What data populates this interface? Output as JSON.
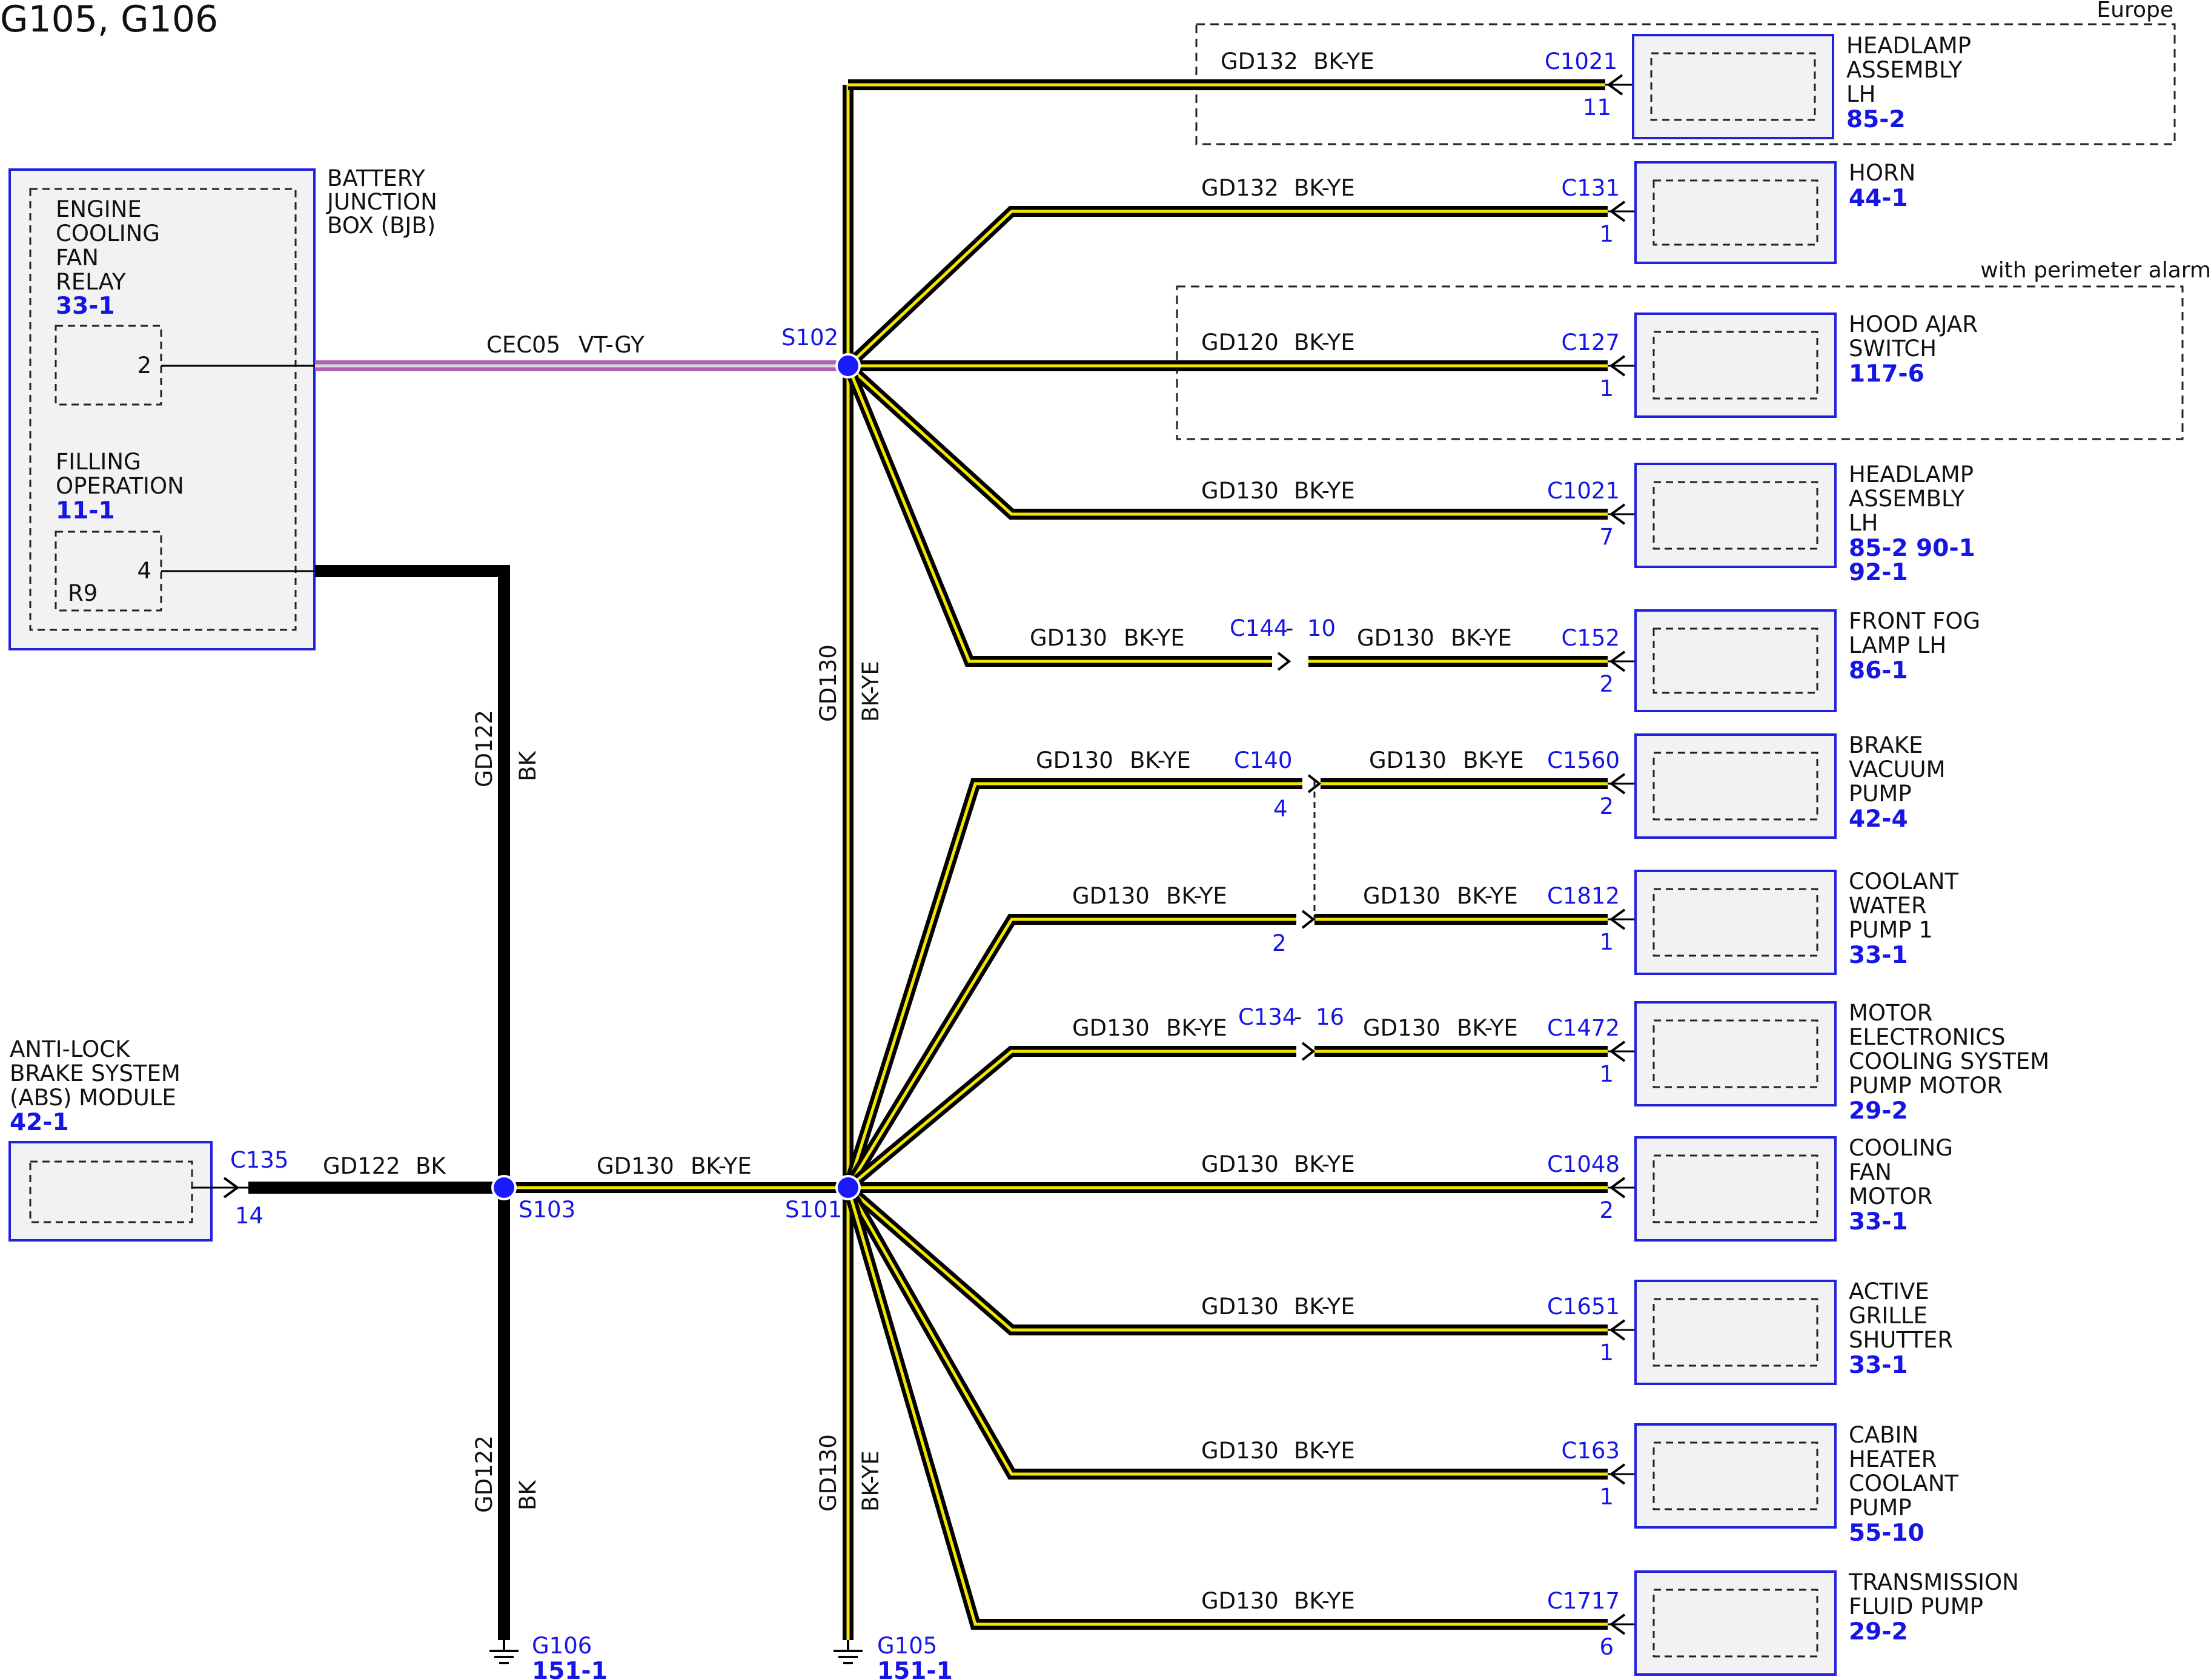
{
  "title": "G105, G106",
  "options": {
    "europe": "Europe",
    "perimeter": "with perimeter alarm"
  },
  "bjb": {
    "name_lines": [
      "BATTERY",
      "JUNCTION",
      "BOX (BJB)"
    ],
    "relay_lines": [
      "ENGINE",
      "COOLING",
      "FAN",
      "RELAY"
    ],
    "relay_ref": "33-1",
    "relay_pin": "2",
    "filling_lines": [
      "FILLING",
      "OPERATION"
    ],
    "filling_ref": "11-1",
    "filling_pin": "4",
    "filling_sub": "R9"
  },
  "abs": {
    "name_lines": [
      "ANTI-LOCK",
      "BRAKE SYSTEM",
      "(ABS) MODULE"
    ],
    "ref": "42-1",
    "connector": "C135",
    "pin": "14"
  },
  "wires": {
    "cec05": {
      "circuit": "CEC05",
      "color": "VT-GY"
    },
    "gd122_abs": {
      "circuit": "GD122",
      "color": "BK"
    },
    "gd130_s103": {
      "circuit": "GD130",
      "color": "BK-YE"
    },
    "gd122_upper": {
      "circuit": "GD122",
      "color": "BK"
    },
    "gd122_lower": {
      "circuit": "GD122",
      "color": "BK"
    },
    "gd130_trunk_mid": {
      "circuit": "GD130",
      "color": "BK-YE"
    },
    "gd130_trunk_low": {
      "circuit": "GD130",
      "color": "BK-YE"
    }
  },
  "splices": {
    "s101": "S101",
    "s102": "S102",
    "s103": "S103"
  },
  "grounds": {
    "g105": {
      "name": "G105",
      "ref": "151-1"
    },
    "g106": {
      "name": "G106",
      "ref": "151-1"
    }
  },
  "inline": {
    "c144": {
      "name": "C144",
      "pin": "10"
    },
    "c140": {
      "name": "C140",
      "pin": "4"
    },
    "c140b": {
      "pin": "2"
    },
    "c134": {
      "name": "C134",
      "pin": "16"
    }
  },
  "components": [
    {
      "lines": [
        "HEADLAMP",
        "ASSEMBLY",
        "LH"
      ],
      "refs": [
        "85-2"
      ],
      "connector": "C1021",
      "pin": "11",
      "circuit": "GD132",
      "color": "BK-YE"
    },
    {
      "lines": [
        "HORN"
      ],
      "refs": [
        "44-1"
      ],
      "connector": "C131",
      "pin": "1",
      "circuit": "GD132",
      "color": "BK-YE"
    },
    {
      "lines": [
        "HOOD AJAR",
        "SWITCH"
      ],
      "refs": [
        "117-6"
      ],
      "connector": "C127",
      "pin": "1",
      "circuit": "GD120",
      "color": "BK-YE"
    },
    {
      "lines": [
        "HEADLAMP",
        "ASSEMBLY",
        "LH"
      ],
      "refs": [
        "85-2  90-1",
        "92-1"
      ],
      "connector": "C1021",
      "pin": "7",
      "circuit": "GD130",
      "color": "BK-YE"
    },
    {
      "lines": [
        "FRONT FOG",
        "LAMP LH"
      ],
      "refs": [
        "86-1"
      ],
      "connector": "C152",
      "pin": "2",
      "circuit": "GD130",
      "color": "BK-YE",
      "circuit_left": "GD130",
      "color_left": "BK-YE"
    },
    {
      "lines": [
        "BRAKE",
        "VACUUM",
        "PUMP"
      ],
      "refs": [
        "42-4"
      ],
      "connector": "C1560",
      "pin": "2",
      "circuit": "GD130",
      "color": "BK-YE",
      "circuit_left": "GD130",
      "color_left": "BK-YE"
    },
    {
      "lines": [
        "COOLANT",
        "WATER",
        "PUMP 1"
      ],
      "refs": [
        "33-1"
      ],
      "connector": "C1812",
      "pin": "1",
      "circuit": "GD130",
      "color": "BK-YE",
      "circuit_left": "GD130",
      "color_left": "BK-YE"
    },
    {
      "lines": [
        "MOTOR",
        "ELECTRONICS",
        "COOLING SYSTEM",
        "PUMP MOTOR"
      ],
      "refs": [
        "29-2"
      ],
      "connector": "C1472",
      "pin": "1",
      "circuit": "GD130",
      "color": "BK-YE",
      "circuit_left": "GD130",
      "color_left": "BK-YE"
    },
    {
      "lines": [
        "COOLING",
        "FAN",
        "MOTOR"
      ],
      "refs": [
        "33-1"
      ],
      "connector": "C1048",
      "pin": "2",
      "circuit": "GD130",
      "color": "BK-YE"
    },
    {
      "lines": [
        "ACTIVE",
        "GRILLE",
        "SHUTTER"
      ],
      "refs": [
        "33-1"
      ],
      "connector": "C1651",
      "pin": "1",
      "circuit": "GD130",
      "color": "BK-YE"
    },
    {
      "lines": [
        "CABIN",
        "HEATER",
        "COOLANT",
        "PUMP"
      ],
      "refs": [
        "55-10"
      ],
      "connector": "C163",
      "pin": "1",
      "circuit": "GD130",
      "color": "BK-YE"
    },
    {
      "lines": [
        "TRANSMISSION",
        "FLUID PUMP"
      ],
      "refs": [
        "29-2"
      ],
      "connector": "C1717",
      "pin": "6",
      "circuit": "GD130",
      "color": "BK-YE"
    }
  ]
}
